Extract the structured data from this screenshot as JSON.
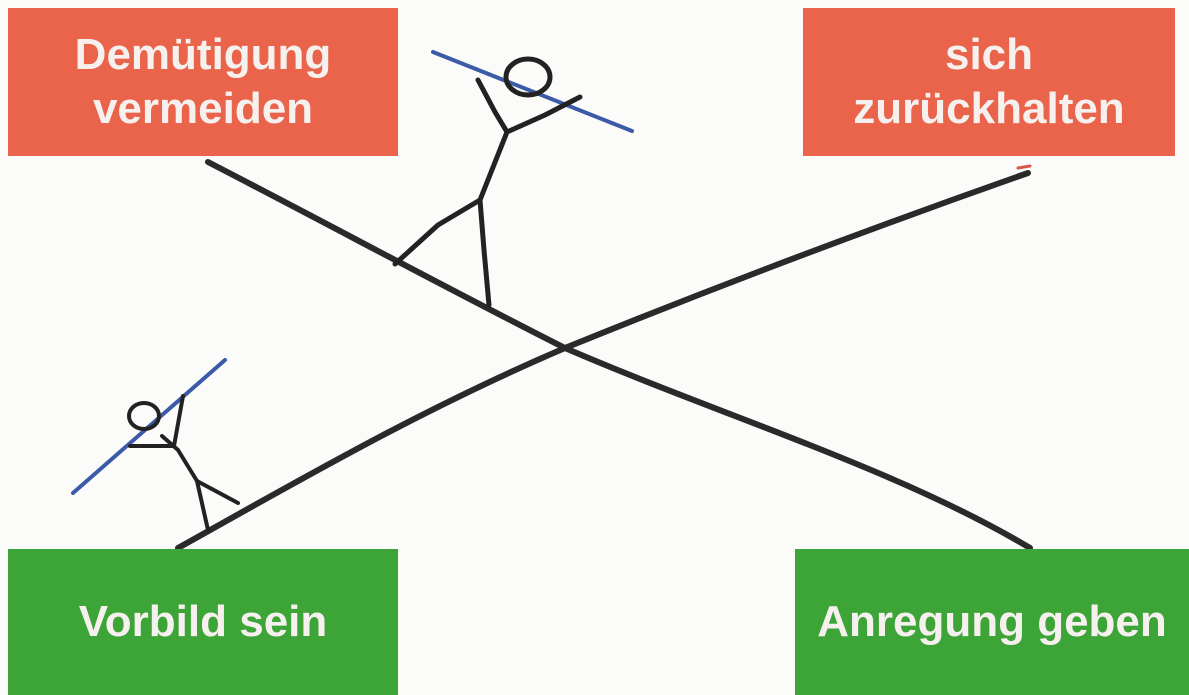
{
  "boxes": {
    "top_left": {
      "line1": "Demütigung",
      "line2": "vermeiden",
      "color": "#e9644a"
    },
    "top_right": {
      "line1": "sich",
      "line2": "zurückhalten",
      "color": "#e9644a"
    },
    "bottom_left": {
      "text": "Vorbild sein",
      "color": "#3da437"
    },
    "bottom_right": {
      "text": "Anregung geben",
      "color": "#3da437"
    }
  },
  "drawing": {
    "rope_color": "#2a2a2a",
    "pole_color": "#3b5aa8",
    "figures": [
      "stick-figure-tightrope-walker",
      "stick-figure-tightrope-walker"
    ]
  }
}
